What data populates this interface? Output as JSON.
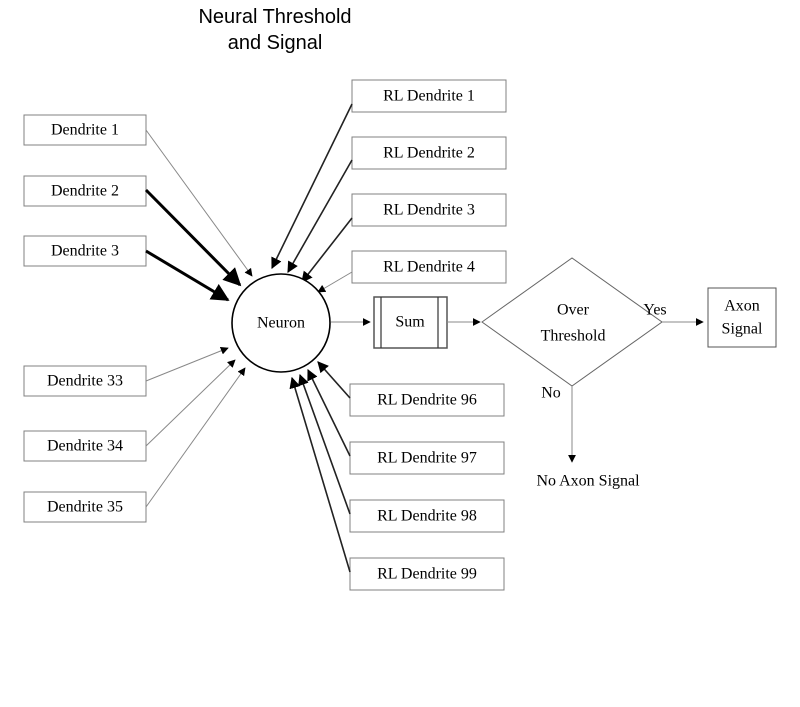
{
  "title": {
    "line1": "Neural Threshold",
    "line2": "and Signal"
  },
  "nodes": {
    "neuron": "Neuron",
    "sum": "Sum",
    "decision_line1": "Over",
    "decision_line2": "Threshold",
    "axon_line1": "Axon",
    "axon_line2": "Signal",
    "no_axon_signal": "No Axon Signal"
  },
  "edge_labels": {
    "yes": "Yes",
    "no": "No"
  },
  "dendrites_left": [
    {
      "label": "Dendrite 1"
    },
    {
      "label": "Dendrite 2"
    },
    {
      "label": "Dendrite 3"
    },
    {
      "label": "Dendrite 33"
    },
    {
      "label": "Dendrite 34"
    },
    {
      "label": "Dendrite 35"
    }
  ],
  "rl_dendrites_top": [
    {
      "label": "RL Dendrite  1"
    },
    {
      "label": "RL Dendrite  2"
    },
    {
      "label": "RL Dendrite  3"
    },
    {
      "label": "RL Dendrite  4"
    }
  ],
  "rl_dendrites_bottom": [
    {
      "label": "RL Dendrite  96"
    },
    {
      "label": "RL Dendrite  97"
    },
    {
      "label": "RL Dendrite  98"
    },
    {
      "label": "RL Dendrite  99"
    }
  ],
  "colors": {
    "background": "#ffffff",
    "stroke_box": "#808080",
    "stroke_dark": "#000000",
    "connector_thin": "#888888",
    "connector_thick": "#000000",
    "text": "#000000"
  }
}
